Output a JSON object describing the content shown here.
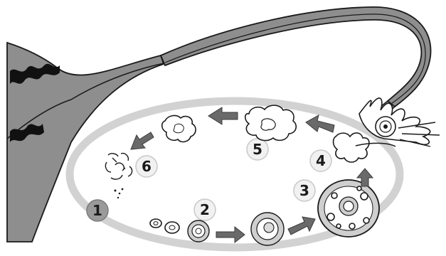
{
  "labels": {
    "stage_1": "1",
    "stage_2": "2",
    "stage_3": "3",
    "stage_4": "4",
    "stage_5": "5",
    "stage_6": "6"
  },
  "colors": {
    "ovary": "#d2d2d2",
    "tube": "#8e8e8e",
    "arrow": "#6a6a6a",
    "outline": "#1a1a1a"
  }
}
